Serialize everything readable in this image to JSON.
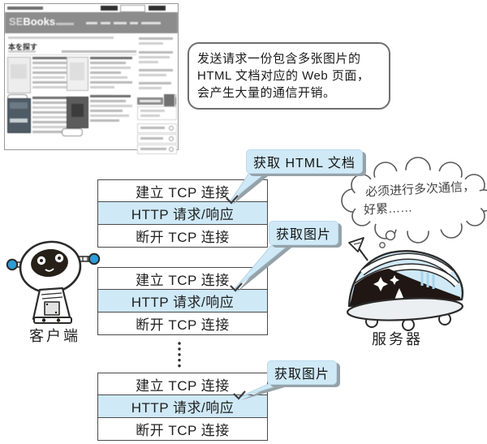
{
  "browser": {
    "logo_se": "SE",
    "logo_books": "Books",
    "page_heading": "本を探す"
  },
  "diagram": {
    "explanation": "发送请求一份包含多张图片的 HTML 文档对应的 Web 页面，会产生大量的通信开销。",
    "tcp_steps": {
      "establish": "建立 TCP 连接",
      "http": "HTTP 请求/响应",
      "close": "断开 TCP 连接"
    },
    "tags": {
      "html_doc": "获取 HTML 文档",
      "image_first": "获取图片",
      "image_more": "获取图片"
    },
    "client_label": "客户端",
    "server_label": "服务器",
    "thought_line1": "必须进行多次通信，",
    "thought_line2": "好累……"
  },
  "colors": {
    "highlight_blue": "#cfe9f7",
    "tag_shadow_gray": "#96a2a8",
    "antenna_blue": "#2e9cd6",
    "browser_header_gray": "#8c8c8c"
  }
}
